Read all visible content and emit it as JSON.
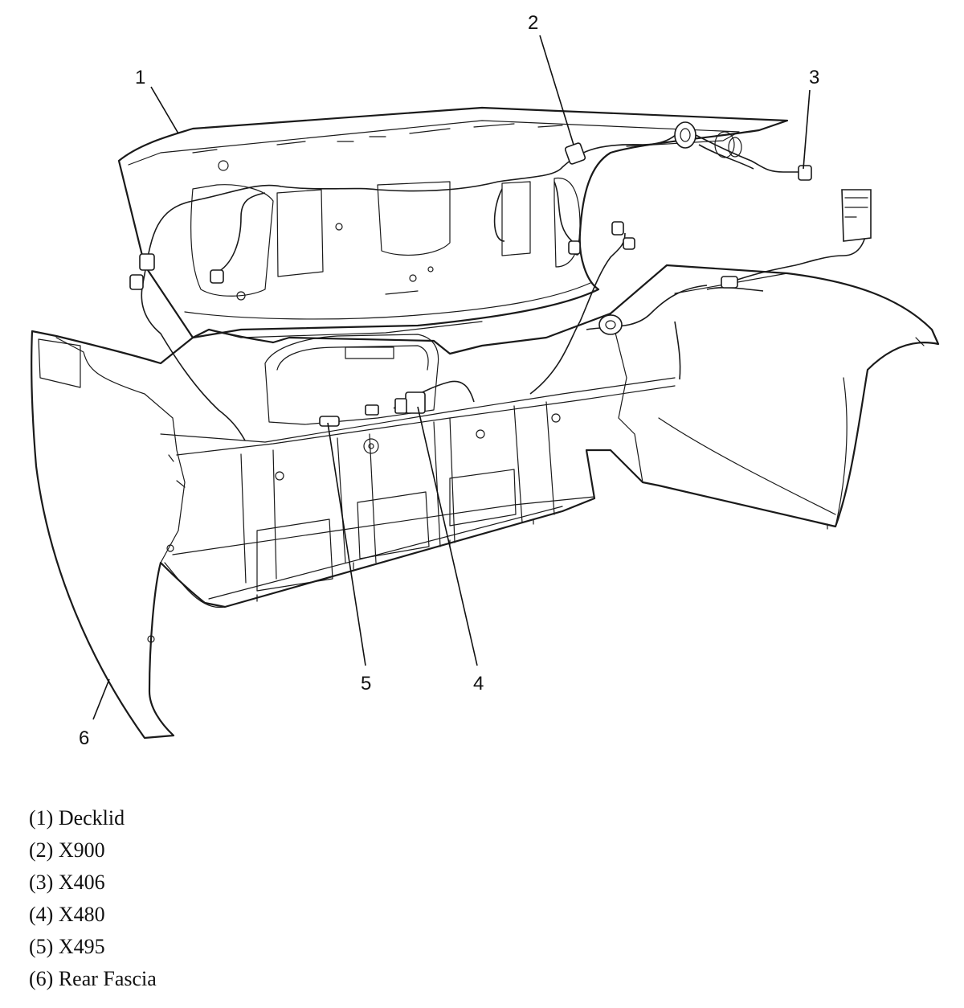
{
  "diagram": {
    "callouts": [
      {
        "number": "1"
      },
      {
        "number": "2"
      },
      {
        "number": "3"
      },
      {
        "number": "4"
      },
      {
        "number": "5"
      },
      {
        "number": "6"
      }
    ]
  },
  "legend": {
    "items": [
      {
        "label": "(1) Decklid"
      },
      {
        "label": "(2) X900"
      },
      {
        "label": "(3) X406"
      },
      {
        "label": "(4) X480"
      },
      {
        "label": "(5) X495"
      },
      {
        "label": "(6) Rear Fascia"
      }
    ]
  }
}
